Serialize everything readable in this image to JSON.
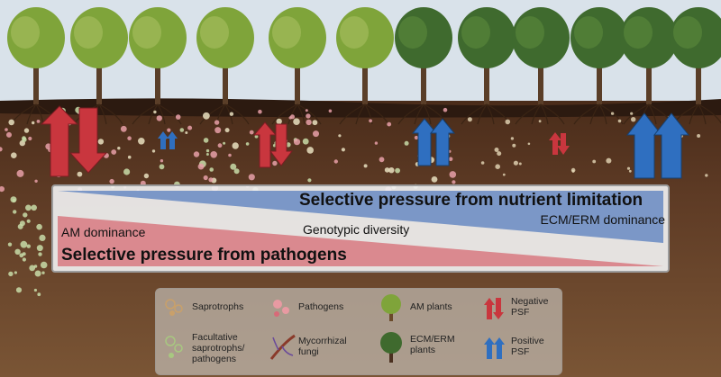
{
  "gradient_panel": {
    "nutrient_pressure": "Selective pressure from nutrient limitation",
    "ecm_dominance": "ECM/ERM dominance",
    "genotypic_diversity": "Genotypic diversity",
    "am_dominance": "AM dominance",
    "pathogen_pressure": "Selective pressure from pathogens"
  },
  "legend": {
    "saprotrophs": "Saprotrophs",
    "facultative": "Facultative saprotrophs/ pathogens",
    "pathogens": "Pathogens",
    "mycorrhizal": "Mycorrhizal fungi",
    "am_plants": "AM plants",
    "ecm_plants": "ECM/ERM plants",
    "negative_psf": "Negative PSF",
    "positive_psf": "Positive PSF"
  },
  "colors": {
    "sky": "#d9e2ea",
    "topsoil": "#3b2316",
    "soil": "#5e3b25",
    "subsoil": "#7a5535",
    "negative_arrow": "#c9363e",
    "positive_arrow": "#2f6fc0",
    "nutrient_band": "#6f8fc4",
    "pathogen_band": "#d87f86",
    "am_tree": "#7fa43a",
    "ecm_tree": "#3f6a2e"
  }
}
